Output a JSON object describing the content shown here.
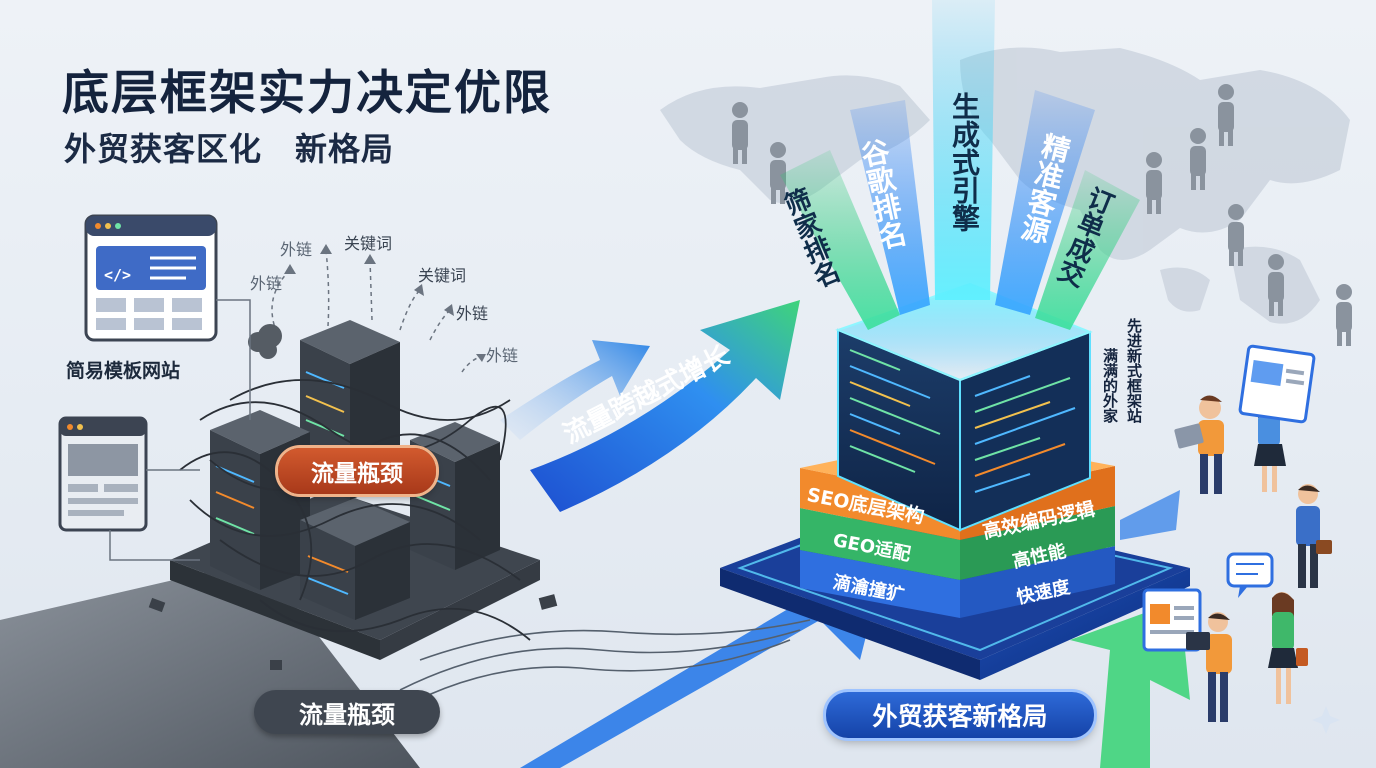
{
  "title": "底层框架实力决定优限",
  "subtitle": "外贸获客区化　新格局",
  "left": {
    "site_label": "简易模板网站",
    "bottleneck_badge": "流量瓶颈",
    "bottleneck_pill": "流量瓶颈",
    "tags": [
      {
        "text": "外链"
      },
      {
        "text": "关键词"
      },
      {
        "text": "外链"
      },
      {
        "text": "关键词"
      },
      {
        "text": "外链"
      },
      {
        "text": "外链"
      }
    ],
    "code_glyph": "</>"
  },
  "arrow_label": "流量跨越式增长",
  "beams": [
    {
      "label": "筛家排名"
    },
    {
      "label": "谷歌排名"
    },
    {
      "label": "生成式引擎"
    },
    {
      "label": "精准客源"
    },
    {
      "label": "订单成交"
    }
  ],
  "tower": {
    "layer_top_left": "SEO底层架构",
    "layer_top_right": "高效编码逻辑",
    "layer_mid_left": "GEO适配",
    "layer_mid_right": "高性能",
    "layer_bot_left": "滴瀹撞犷",
    "layer_bot_right": "快速度",
    "caption": "外贸获客新格局"
  },
  "side_text": {
    "col1": "先进新式框架站",
    "col2": "满满的外家"
  },
  "colors": {
    "accent_blue": "#1f5fd8",
    "accent_green": "#2fc46c",
    "bottleneck_red": "#c44a22",
    "layer_orange": "#f28a2c",
    "layer_green": "#35b567",
    "layer_blue": "#2f6fe0"
  }
}
